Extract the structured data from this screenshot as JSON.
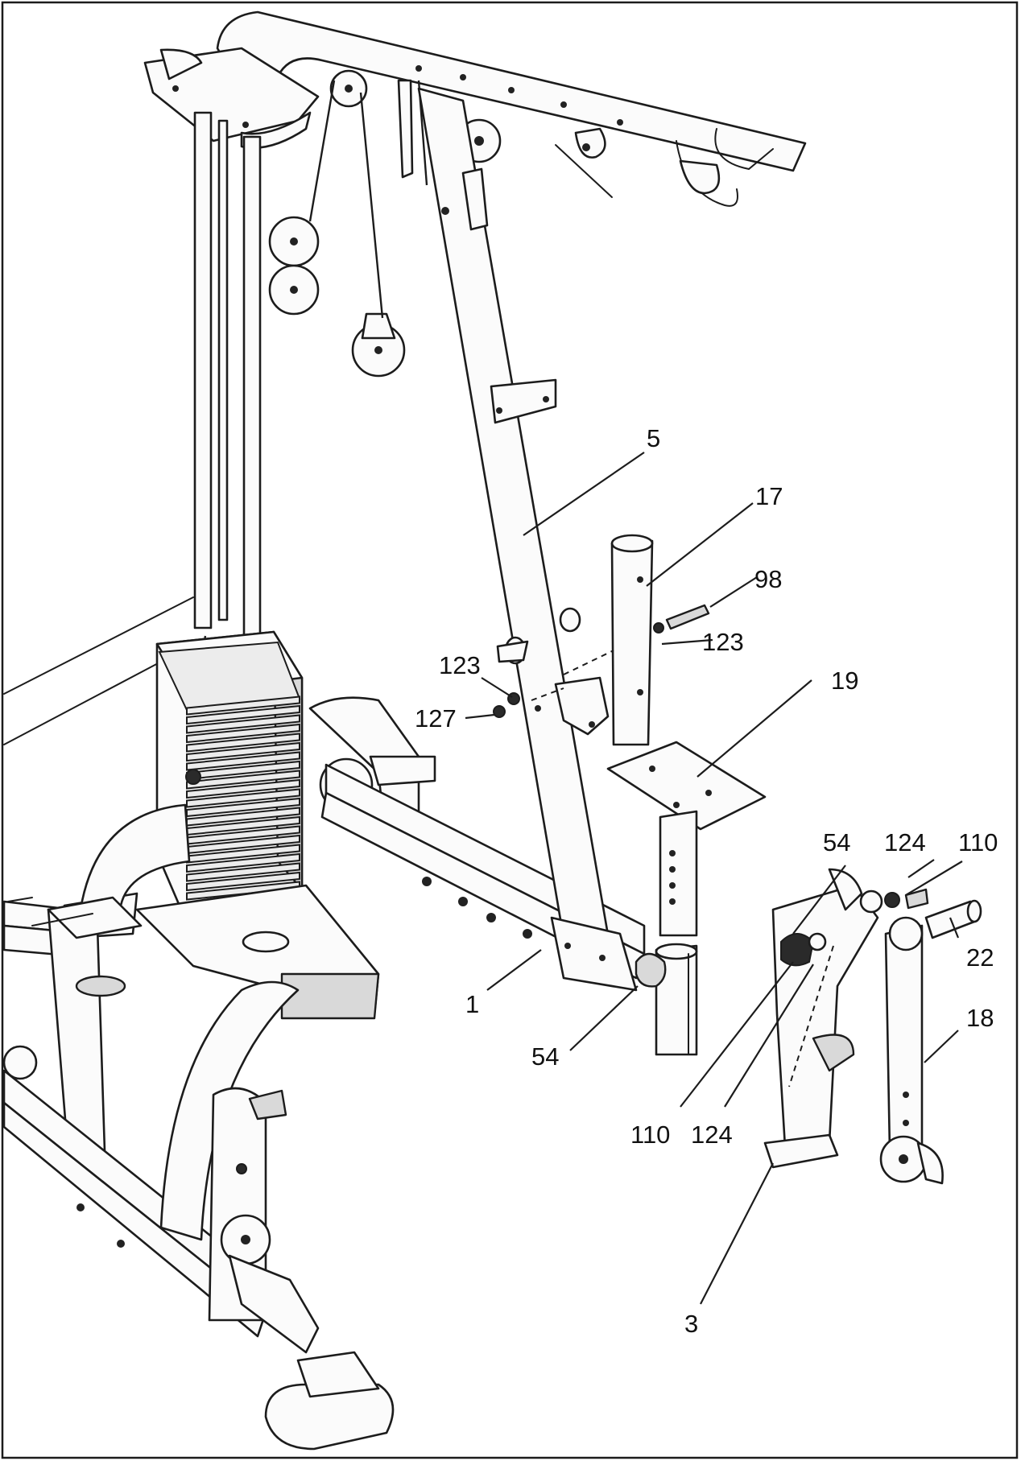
{
  "diagram": {
    "callouts": [
      {
        "id": "c5",
        "text": "5"
      },
      {
        "id": "c17",
        "text": "17"
      },
      {
        "id": "c98",
        "text": "98"
      },
      {
        "id": "c123a",
        "text": "123"
      },
      {
        "id": "c123b",
        "text": "123"
      },
      {
        "id": "c19",
        "text": "19"
      },
      {
        "id": "c127",
        "text": "127"
      },
      {
        "id": "c54a",
        "text": "54"
      },
      {
        "id": "c124a",
        "text": "124"
      },
      {
        "id": "c110a",
        "text": "110"
      },
      {
        "id": "c22",
        "text": "22"
      },
      {
        "id": "c18",
        "text": "18"
      },
      {
        "id": "c1",
        "text": "1"
      },
      {
        "id": "c54b",
        "text": "54"
      },
      {
        "id": "c110b",
        "text": "110"
      },
      {
        "id": "c124b",
        "text": "124"
      },
      {
        "id": "c3",
        "text": "3"
      }
    ]
  }
}
